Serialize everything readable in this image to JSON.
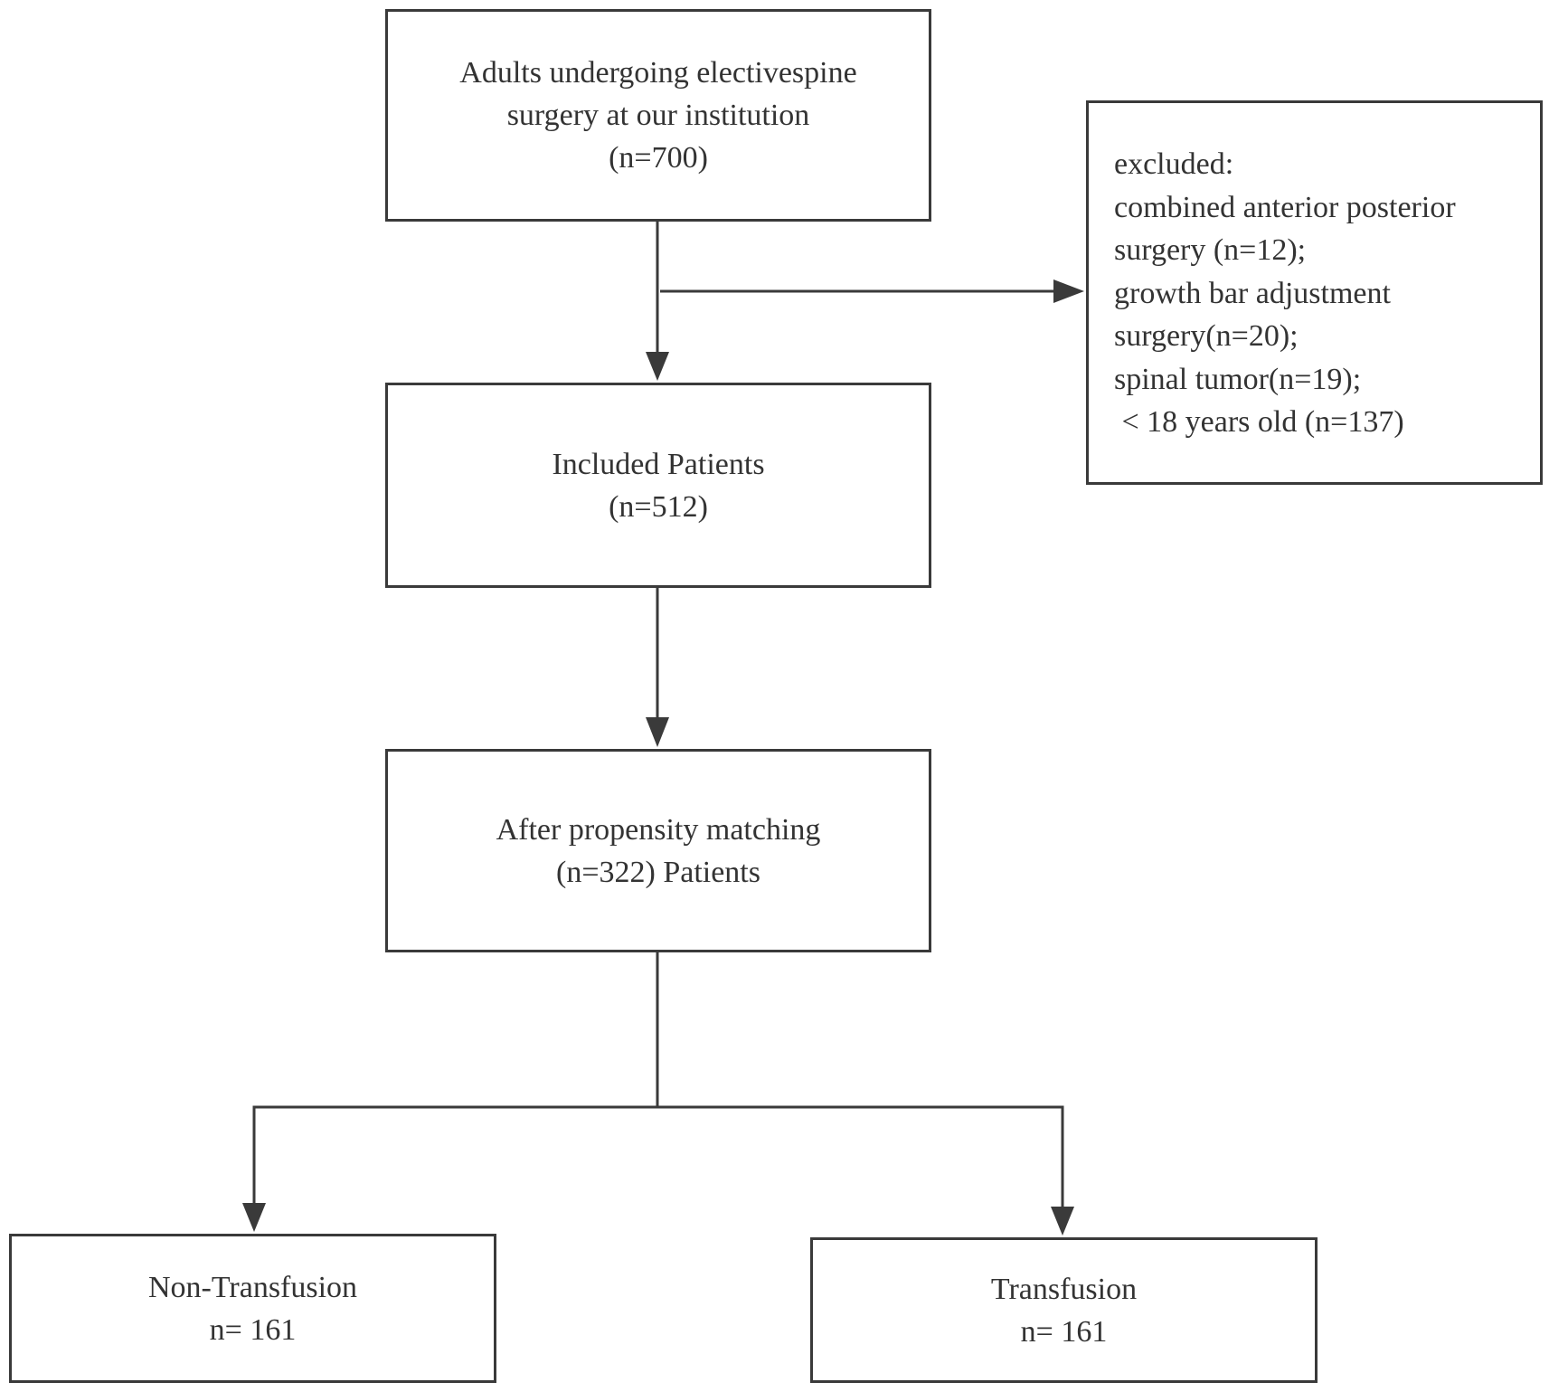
{
  "flowchart": {
    "start": {
      "lines": [
        "Adults undergoing electivespine",
        "surgery at our institution",
        "(n=700)"
      ]
    },
    "excluded": {
      "lines": [
        "excluded:",
        "combined anterior posterior",
        "surgery (n=12);",
        "growth bar adjustment",
        "surgery(n=20);",
        "spinal tumor(n=19);",
        " < 18 years old (n=137)"
      ]
    },
    "included": {
      "lines": [
        "Included Patients",
        "(n=512)"
      ]
    },
    "matched": {
      "lines": [
        "After propensity matching",
        "(n=322) Patients"
      ]
    },
    "non_transfusion": {
      "lines": [
        "Non-Transfusion",
        "n= 161"
      ]
    },
    "transfusion": {
      "lines": [
        "Transfusion",
        "n= 161"
      ]
    }
  },
  "colors": {
    "stroke": "#3a3a3a",
    "text": "#333333",
    "background": "#ffffff"
  }
}
